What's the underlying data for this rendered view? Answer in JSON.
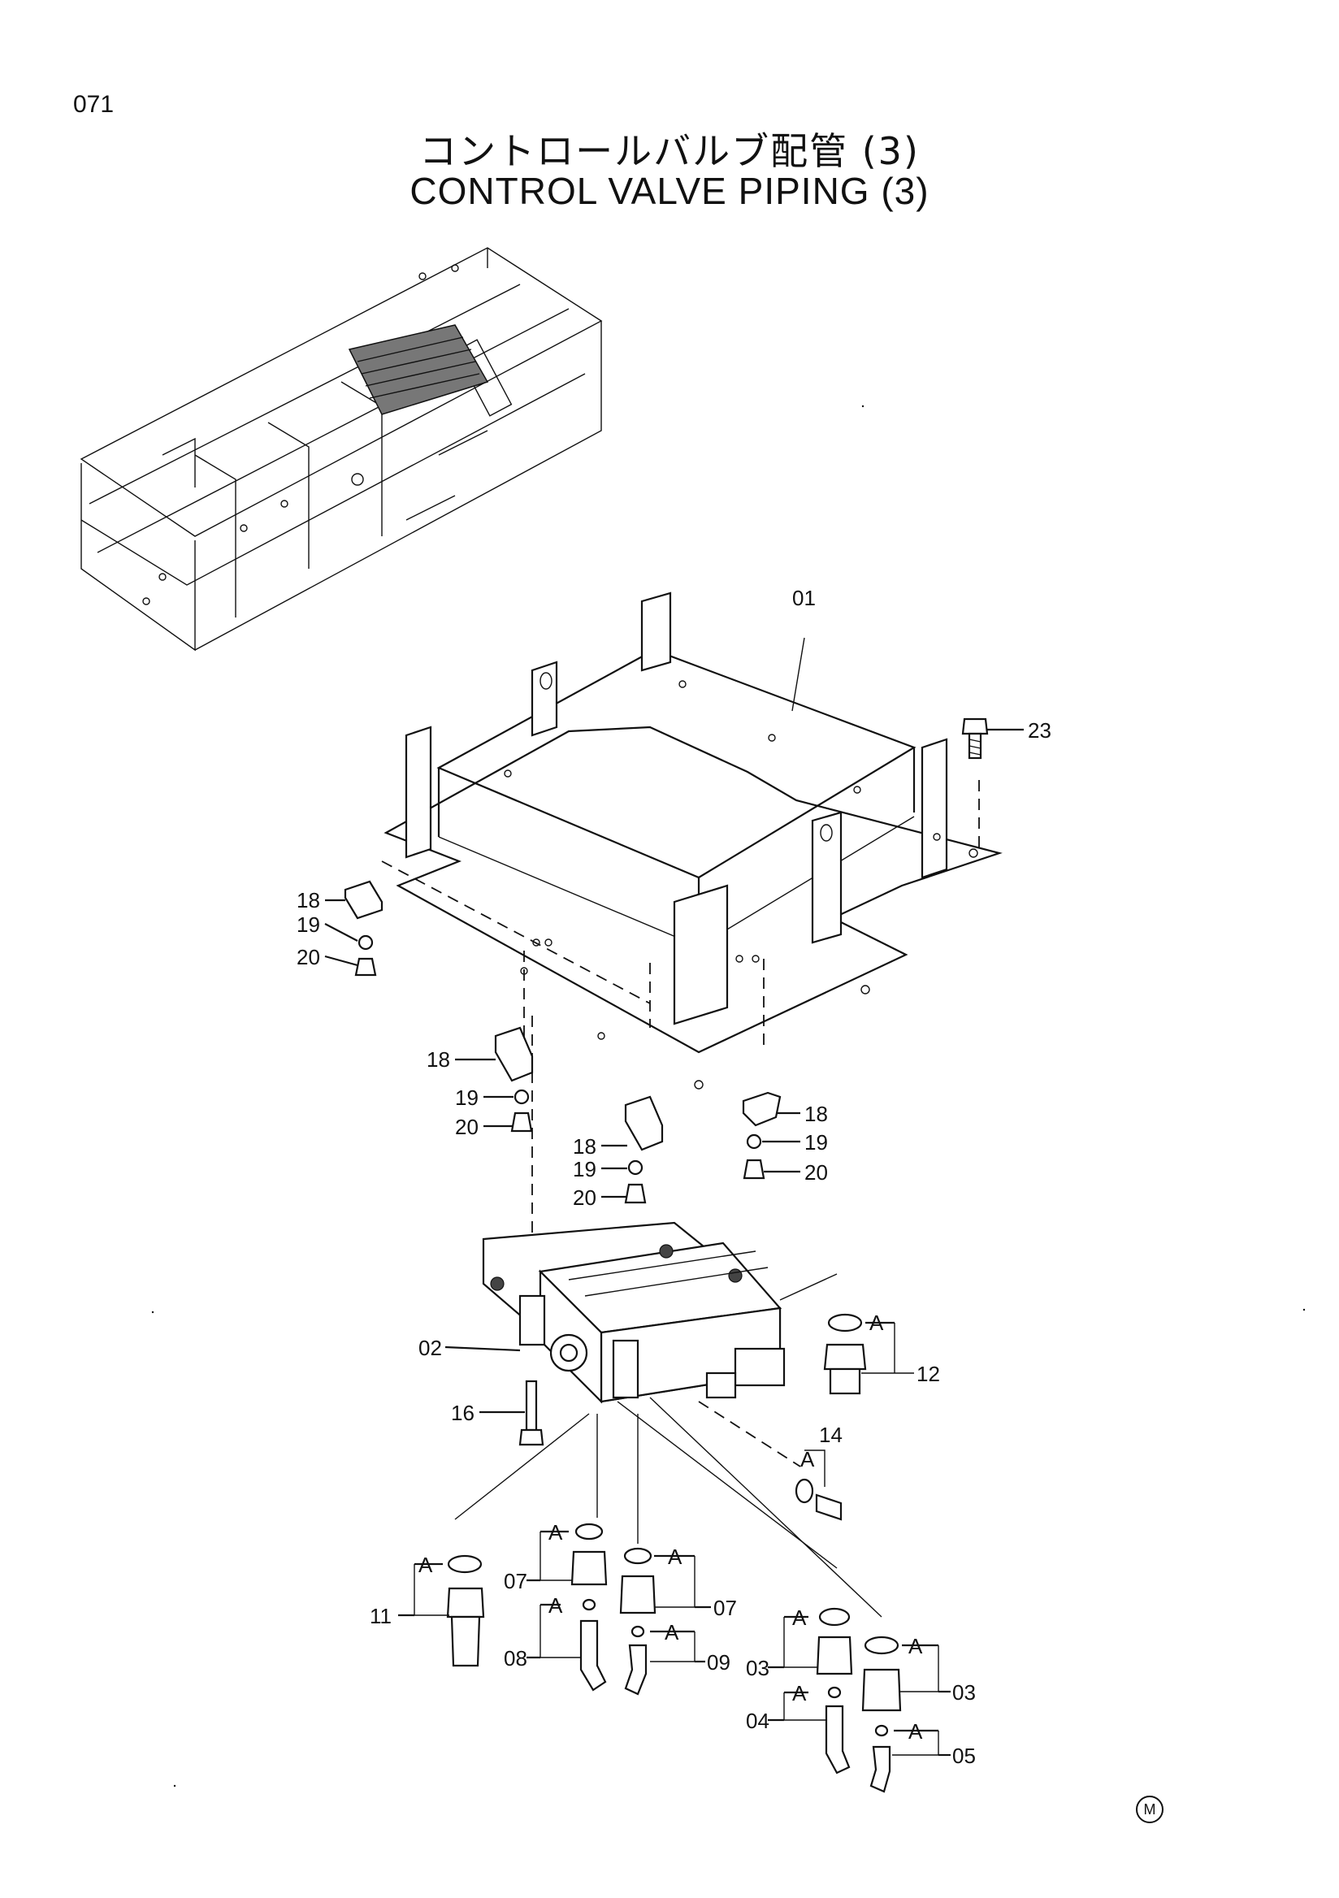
{
  "page_number": "071",
  "title_japanese": "コントロールバルブ配管 (3)",
  "title_english": "CONTROL VALVE PIPING (3)",
  "manufacturer_mark": "M",
  "callouts": {
    "c01": "01",
    "c23": "23",
    "c18a": "18",
    "c19a": "19",
    "c20a": "20",
    "c18b": "18",
    "c19b": "19",
    "c20b": "20",
    "c18c": "18",
    "c19c": "19",
    "c20c": "20",
    "c18d": "18",
    "c19d": "19",
    "c20d": "20",
    "c02": "02",
    "c16": "16",
    "c12": "12",
    "c14": "14",
    "c11": "11",
    "c07a": "07",
    "c07b": "07",
    "c08": "08",
    "c09": "09",
    "c03a": "03",
    "c03b": "03",
    "c04": "04",
    "c05": "05"
  },
  "seal_label": "A"
}
